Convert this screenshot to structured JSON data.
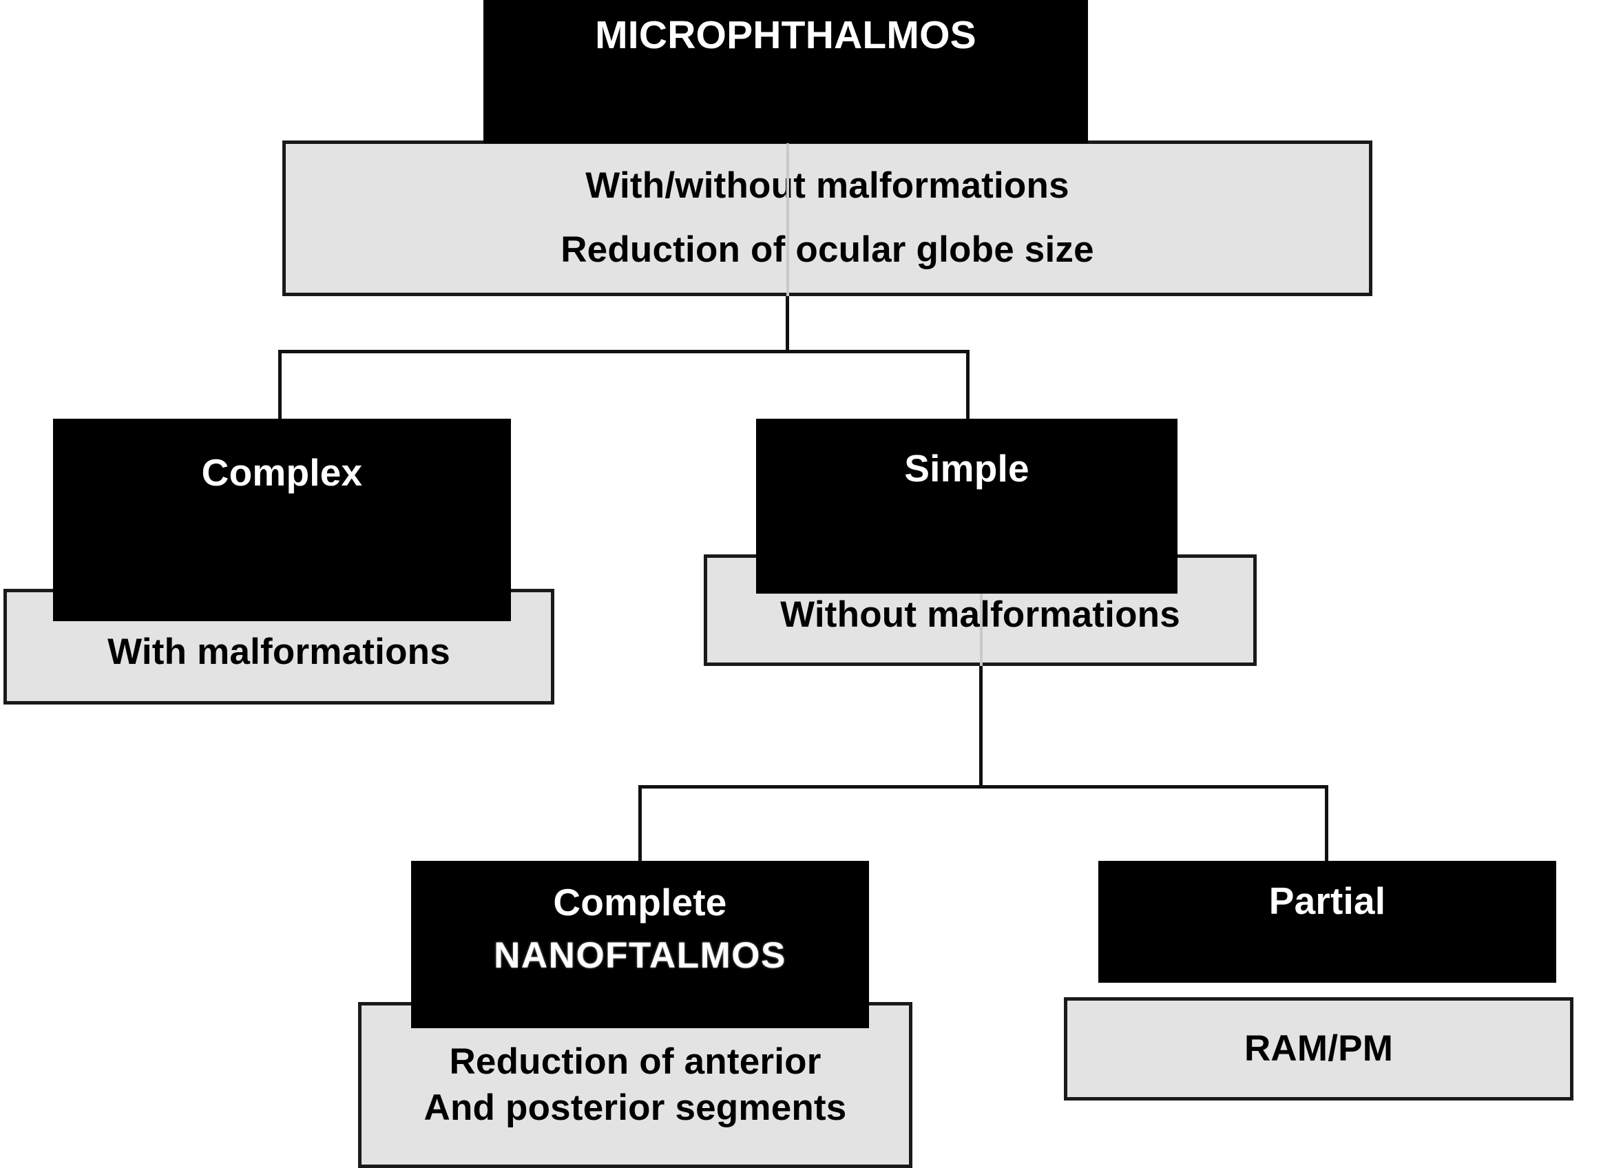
{
  "diagram": {
    "title": "MICROPHTHALMOS",
    "root": {
      "label": "MICROPHTHALMOS",
      "description_line1": "With/without malformations",
      "description_line2": "Reduction of ocular globe size",
      "description": "With/without malformations\nReduction of ocular globe size"
    },
    "branches": [
      {
        "label": "Complex",
        "description": "With malformations"
      },
      {
        "label": "Simple",
        "description": "Without malformations",
        "children": [
          {
            "label": "Complete",
            "sublabel": "NANOFTALMOS",
            "description_line1": "Reduction of anterior",
            "description_line2": "And posterior segments",
            "description": "Reduction of anterior\nAnd posterior segments"
          },
          {
            "label": "Partial",
            "description": "RAM/PM"
          }
        ]
      }
    ],
    "colors": {
      "node_fill_primary": "#000000",
      "node_text_primary": "#ffffff",
      "node_fill_secondary": "#e3e3e3",
      "node_text_secondary": "#000000",
      "node_border_secondary": "#1a1a1a",
      "connector": "#111111",
      "overlap_band": "#bdbdbd",
      "background": "#ffffff"
    }
  }
}
